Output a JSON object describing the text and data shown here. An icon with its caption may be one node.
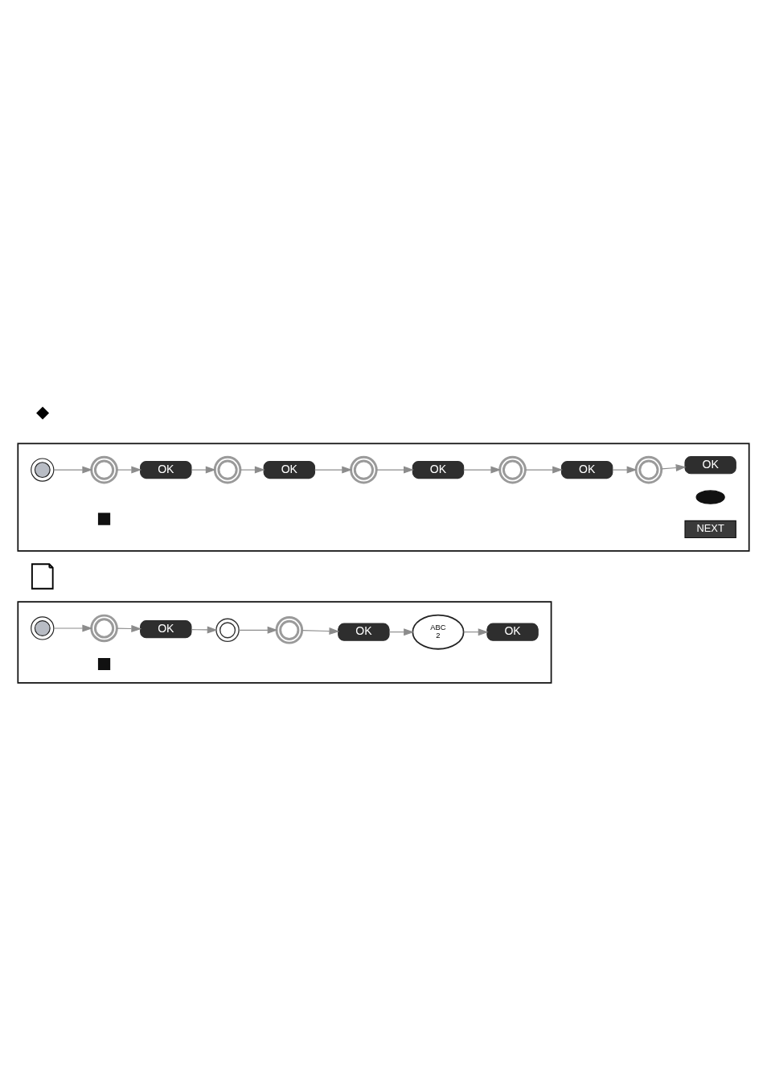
{
  "diagram": {
    "nodes": [
      {
        "text": [],
        "shape": "box"
      },
      {
        "text": [],
        "shape": "picture",
        "in": 0
      },
      {
        "text": [],
        "shape": "picture",
        "in": 0
      },
      {
        "text": [
          "OK"
        ],
        "in": 0
      },
      {
        "text": [],
        "shape": "picture",
        "in": 0
      },
      {
        "text": [
          "OK"
        ],
        "in": 0
      },
      {
        "text": [],
        "shape": "picture",
        "in": 0
      },
      {
        "text": [],
        "shape": "box",
        "in": 0
      },
      {
        "text": [
          "OK"
        ],
        "in": 0
      },
      {
        "text": [],
        "shape": "picture",
        "in": 0
      },
      {
        "text": [
          "OK"
        ],
        "in": 0
      },
      {
        "text": [],
        "shape": "picture",
        "in": 0
      },
      {
        "text": [
          "OK"
        ],
        "in": 0
      },
      {
        "text": [],
        "shape": "oval",
        "in": 0
      },
      {
        "text": [
          "NEXT"
        ],
        "in": 0
      },
      {
        "text": [],
        "shape": "picture"
      },
      {
        "text": [],
        "shape": "box"
      },
      {
        "text": [],
        "shape": "picture",
        "in": 16
      },
      {
        "text": [],
        "shape": "picture",
        "in": 16
      },
      {
        "text": [
          "OK"
        ],
        "in": 16
      },
      {
        "text": [],
        "shape": "picture",
        "in": 16
      },
      {
        "text": [],
        "shape": "picture",
        "in": 16
      },
      {
        "text": [
          "OK"
        ],
        "in": 16
      },
      {
        "text": [
          "ABC",
          "2"
        ],
        "in": 16
      },
      {
        "text": [
          "OK"
        ],
        "in": 16
      },
      {
        "text": [],
        "shape": "box",
        "in": 16
      }
    ],
    "edges": [
      {
        "from": 1,
        "to": 2,
        "arrow": "to"
      },
      {
        "from": 2,
        "to": 3,
        "arrow": "to"
      },
      {
        "from": 3,
        "to": 4,
        "arrow": "to"
      },
      {
        "from": 4,
        "to": 5,
        "arrow": "to"
      },
      {
        "from": 5,
        "to": 6,
        "arrow": "to"
      },
      {
        "from": 6,
        "to": 8,
        "arrow": "to"
      },
      {
        "from": 8,
        "to": 9,
        "arrow": "to"
      },
      {
        "from": 9,
        "to": 10,
        "arrow": "to"
      },
      {
        "from": 10,
        "to": 11,
        "arrow": "to"
      },
      {
        "from": 11,
        "to": 12,
        "arrow": "to"
      },
      {
        "from": 17,
        "to": 18,
        "arrow": "to"
      },
      {
        "from": 18,
        "to": 19,
        "arrow": "to"
      },
      {
        "from": 19,
        "to": 20,
        "arrow": "to"
      },
      {
        "from": 20,
        "to": 21,
        "arrow": "to"
      },
      {
        "from": 21,
        "to": 22,
        "arrow": "to"
      },
      {
        "from": 22,
        "to": 23,
        "arrow": "to"
      },
      {
        "from": 23,
        "to": 24,
        "arrow": "to"
      }
    ],
    "labels": [
      "◆"
    ]
  }
}
